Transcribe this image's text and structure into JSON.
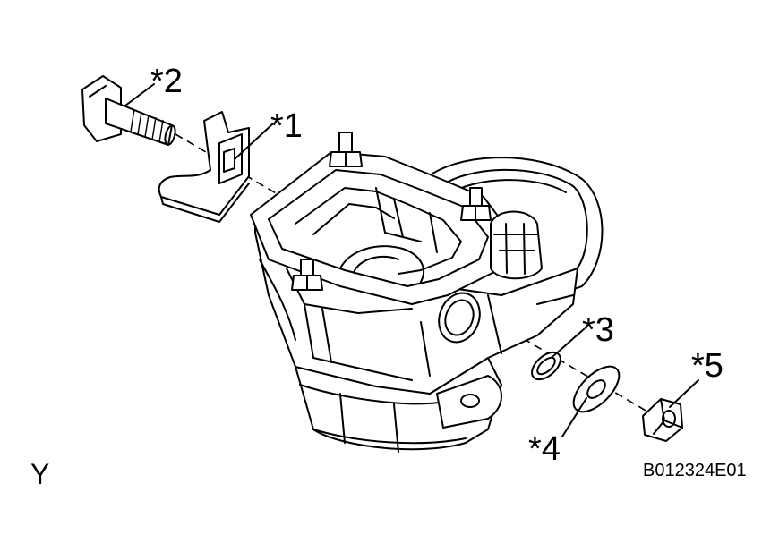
{
  "callouts": {
    "c1": "*1",
    "c2": "*2",
    "c3": "*3",
    "c4": "*4",
    "c5": "*5"
  },
  "view_letter": "Y",
  "figure_code": "B012324E01"
}
